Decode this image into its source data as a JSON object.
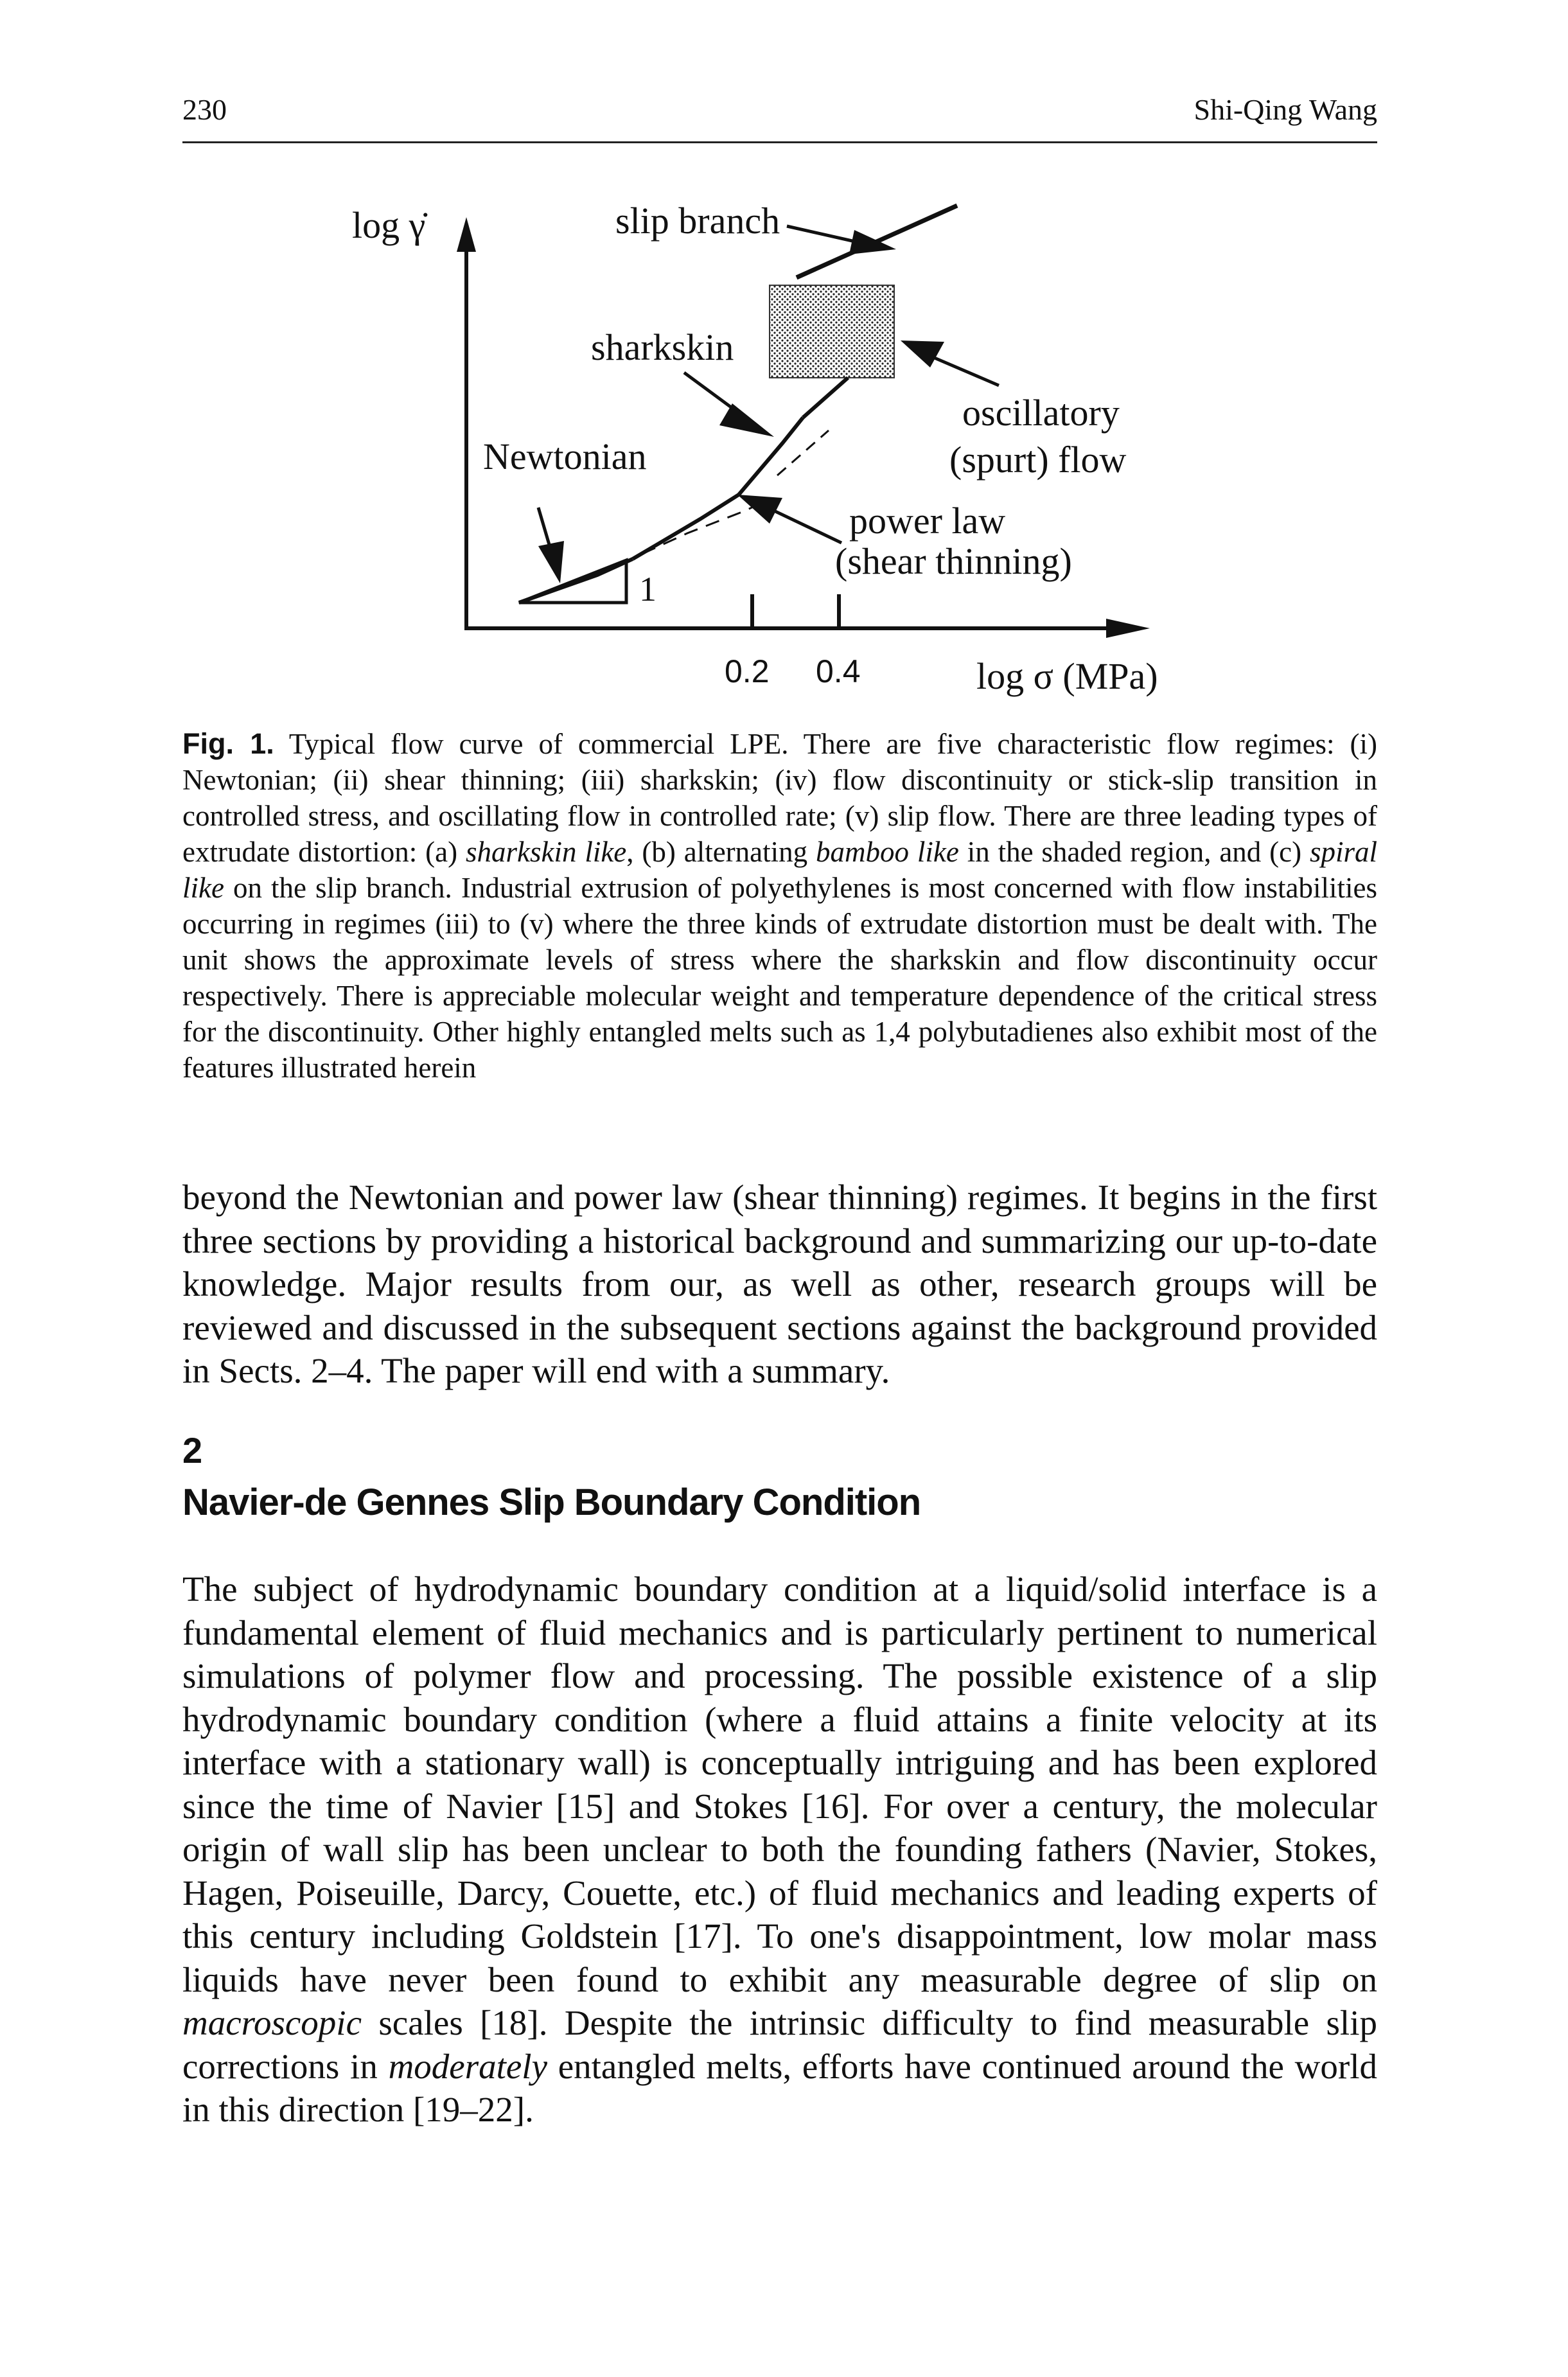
{
  "header": {
    "page_number": "230",
    "author": "Shi-Qing Wang"
  },
  "figure": {
    "y_axis_label": "log γ̇",
    "x_axis_label": "log σ (MPa)",
    "tick_labels": [
      "0.2",
      "0.4"
    ],
    "slope_label": "1",
    "annotations": {
      "slip_branch": "slip branch",
      "sharkskin": "sharkskin",
      "newtonian": "Newtonian",
      "oscillatory_1": "oscillatory",
      "oscillatory_2": "(spurt) flow",
      "power_law_1": "power law",
      "power_law_2": "(shear thinning)"
    }
  },
  "caption": {
    "label": "Fig. 1.",
    "text_1": " Typical flow curve of commercial LPE. There are five characteristic flow regimes: (i) Newtonian; (ii) shear thinning; (iii) sharkskin; (iv) flow discontinuity or stick-slip transi­tion in controlled stress, and oscillating flow in controlled rate; (v) slip flow. There are three leading types of extrudate distortion: (a) ",
    "em_1": "sharkskin like",
    "text_2": ", (b) alternating ",
    "em_2": "bamboo like",
    "text_3": " in the shaded region, and (c) ",
    "em_3": "spiral like",
    "text_4": " on the slip branch. Industrial extrusion of polyethylenes is most concerned with flow instabilities occurring in regimes (iii) to (v) where the three kinds of extrudate distortion must be dealt with. The unit shows the approximate levels of stress where the sharkskin and flow discontinuity occur respectively. There is appreciable molecular weight and temperature dependence of the critical stress for the discontinuity. Other highly entangled melts such as 1,4 polybutadienes also exhibit most of the features illustrated herein"
  },
  "paragraph_1": "beyond the Newtonian and power law (shear thinning) regimes. It begins in the first three sections by providing a historical background and summarizing our up-to-date knowledge. Major results from our, as well as other, research groups will be reviewed and discussed in the subsequent sections against the back­ground provided in Sects. 2–4. The paper will end with a summary.",
  "section": {
    "number": "2",
    "title": "Navier-de Gennes Slip Boundary Condition"
  },
  "paragraph_2": {
    "t1": "The subject of hydrodynamic boundary condition at a liquid/solid interface is a fundamental element of fluid mechanics and is particularly pertinent to numer­ical simulations of polymer flow and processing. The possible existence of a slip hydrodynamic boundary condition (where a fluid attains a finite velocity at its interface with a stationary wall) is conceptually intriguing and has been ex­plored since the time of Navier [15] and Stokes [16]. For over a century, the mo­lecular origin of wall slip has been unclear to both the founding fathers (Navier, Stokes, Hagen, Poiseuille, Darcy, Couette, etc.) of fluid mechanics and leading experts of this century including Goldstein [17]. To one's disappointment, low molar mass liquids have never been found to exhibit any measurable degree of slip on ",
    "em1": "macroscopic",
    "t2": " scales [18]. Despite the intrinsic difficulty to find measurable slip corrections in ",
    "em2": "moderately",
    "t3": " entangled melts, efforts have continued around the world in this direction [19–22]."
  }
}
